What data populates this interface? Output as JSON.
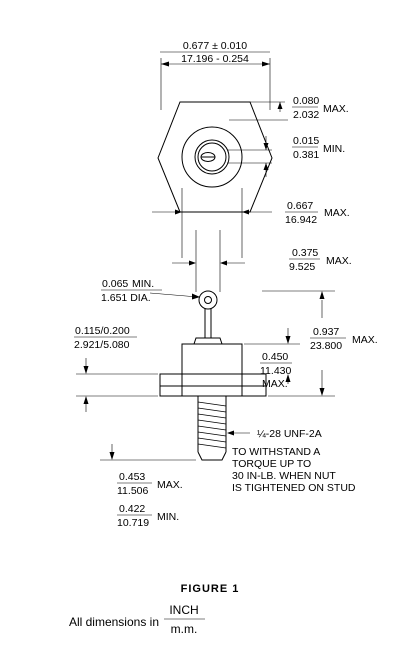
{
  "dimensions": {
    "hex_width": {
      "inch": "0.677 ± 0.010",
      "mm": "17.196 - 0.254"
    },
    "hex_thickness_max": {
      "inch": "0.080",
      "mm": "2.032",
      "suffix": "MAX."
    },
    "terminal_min": {
      "inch": "0.015",
      "mm": "0.381",
      "suffix": "MIN."
    },
    "body_dia_max": {
      "inch": "0.667",
      "mm": "16.942",
      "suffix": "MAX."
    },
    "terminal_width_max": {
      "inch": "0.375",
      "mm": "9.525",
      "suffix": "MAX."
    },
    "eyelet_hole": {
      "inch": "0.065",
      "mm": "1.651 DIA.",
      "suffix": "MIN."
    },
    "overall_height_max": {
      "inch": "0.937",
      "mm": "23.800",
      "suffix": "MAX."
    },
    "body_height_max": {
      "inch": "0.450",
      "mm": "11.430",
      "suffix": "MAX."
    },
    "hex_height": {
      "inch": "0.115/0.200",
      "mm": "2.921/5.080"
    },
    "stud_length_max": {
      "inch": "0.453",
      "mm": "11.506",
      "suffix": "MAX."
    },
    "stud_length_min": {
      "inch": "0.422",
      "mm": "10.719",
      "suffix": "MIN."
    }
  },
  "thread_note": "¼-28 UNF-2A",
  "torque_note": [
    "TO WITHSTAND A",
    "TORQUE UP TO",
    "30 IN-LB. WHEN NUT",
    "IS TIGHTENED ON STUD"
  ],
  "figure_label": "FIGURE 1",
  "units_note": {
    "prefix": "All dimensions in",
    "numerator": "INCH",
    "denominator": "m.m."
  }
}
